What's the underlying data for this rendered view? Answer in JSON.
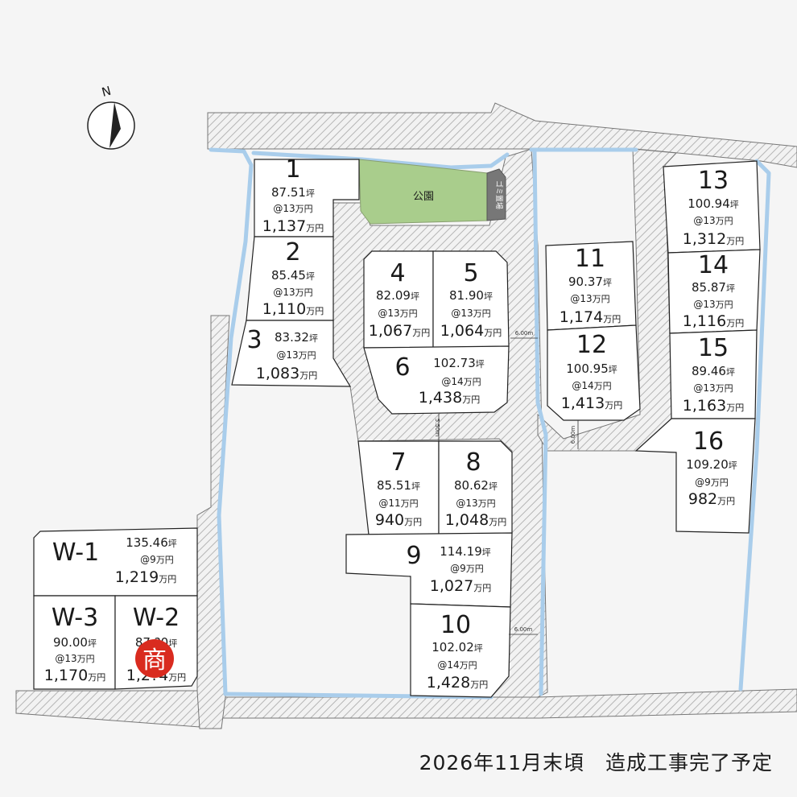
{
  "park_label": "公園",
  "garbage_label": "ゴミ置場",
  "north_label": "N",
  "footer": "2026年11月末頃　造成工事完了予定",
  "commercial_badge": "商",
  "road_widths": [
    "6.00m",
    "5.50m",
    "6.00m",
    "6.00m"
  ],
  "colors": {
    "park": "#a9cd8c",
    "canal": "#a9cdeb",
    "badge": "#d92b1f",
    "garbage": "#777777"
  },
  "lots": [
    {
      "id": "1",
      "area": "87.51",
      "price": "@13",
      "total": "1,137"
    },
    {
      "id": "2",
      "area": "85.45",
      "price": "@13",
      "total": "1,110"
    },
    {
      "id": "3",
      "area": "83.32",
      "price": "@13",
      "total": "1,083"
    },
    {
      "id": "4",
      "area": "82.09",
      "price": "@13",
      "total": "1,067"
    },
    {
      "id": "5",
      "area": "81.90",
      "price": "@13",
      "total": "1,064"
    },
    {
      "id": "6",
      "area": "102.73",
      "price": "@14",
      "total": "1,438"
    },
    {
      "id": "7",
      "area": "85.51",
      "price": "@11",
      "total": "940"
    },
    {
      "id": "8",
      "area": "80.62",
      "price": "@13",
      "total": "1,048"
    },
    {
      "id": "9",
      "area": "114.19",
      "price": "@9",
      "total": "1,027"
    },
    {
      "id": "10",
      "area": "102.02",
      "price": "@14",
      "total": "1,428"
    },
    {
      "id": "11",
      "area": "90.37",
      "price": "@13",
      "total": "1,174"
    },
    {
      "id": "12",
      "area": "100.95",
      "price": "@14",
      "total": "1,413"
    },
    {
      "id": "13",
      "area": "100.94",
      "price": "@13",
      "total": "1,312"
    },
    {
      "id": "14",
      "area": "85.87",
      "price": "@13",
      "total": "1,116"
    },
    {
      "id": "15",
      "area": "89.46",
      "price": "@13",
      "total": "1,163"
    },
    {
      "id": "16",
      "area": "109.20",
      "price": "@9",
      "total": "982"
    },
    {
      "id": "W-1",
      "area": "135.46",
      "price": "@9",
      "total": "1,219"
    },
    {
      "id": "W-2",
      "area": "87.?0",
      "price": "",
      "total": "1,2?4"
    },
    {
      "id": "W-3",
      "area": "90.00",
      "price": "@13",
      "total": "1,170"
    }
  ],
  "units": {
    "tsubo": "坪",
    "man_yen": "万円"
  }
}
